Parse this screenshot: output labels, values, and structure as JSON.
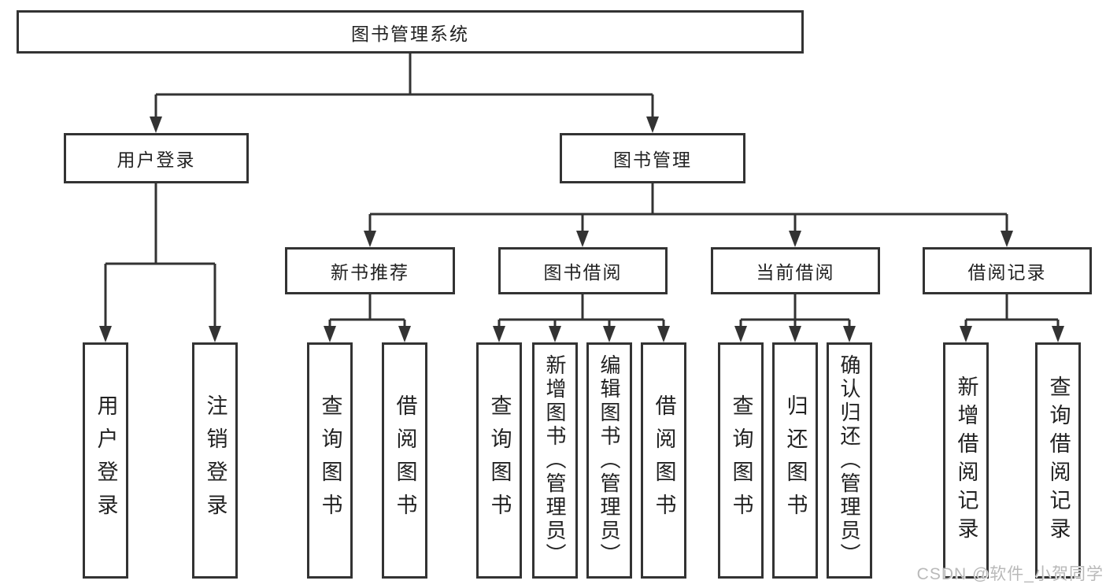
{
  "diagram": {
    "title": "图书管理系统",
    "root": {
      "label": "图书管理系统"
    },
    "branches": [
      {
        "label": "用户登录",
        "children": [
          {
            "label": "用户登录"
          },
          {
            "label": "注销登录"
          }
        ]
      },
      {
        "label": "图书管理",
        "sections": [
          {
            "label": "新书推荐",
            "children": [
              {
                "label": "查询图书"
              },
              {
                "label": "借阅图书"
              }
            ]
          },
          {
            "label": "图书借阅",
            "children": [
              {
                "label": "查询图书"
              },
              {
                "label": "新增图书（管理员）"
              },
              {
                "label": "编辑图书（管理员）"
              },
              {
                "label": "借阅图书"
              }
            ]
          },
          {
            "label": "当前借阅",
            "children": [
              {
                "label": "查询图书"
              },
              {
                "label": "归还图书"
              },
              {
                "label": "确认归还（管理员）"
              }
            ]
          },
          {
            "label": "借阅记录",
            "children": [
              {
                "label": "新增借阅记录"
              },
              {
                "label": "查询借阅记录"
              }
            ]
          }
        ]
      }
    ],
    "line_color": "#333333",
    "box_background": "#ffffff"
  },
  "watermark": {
    "text": "CSDN @软件_小贺同学"
  }
}
